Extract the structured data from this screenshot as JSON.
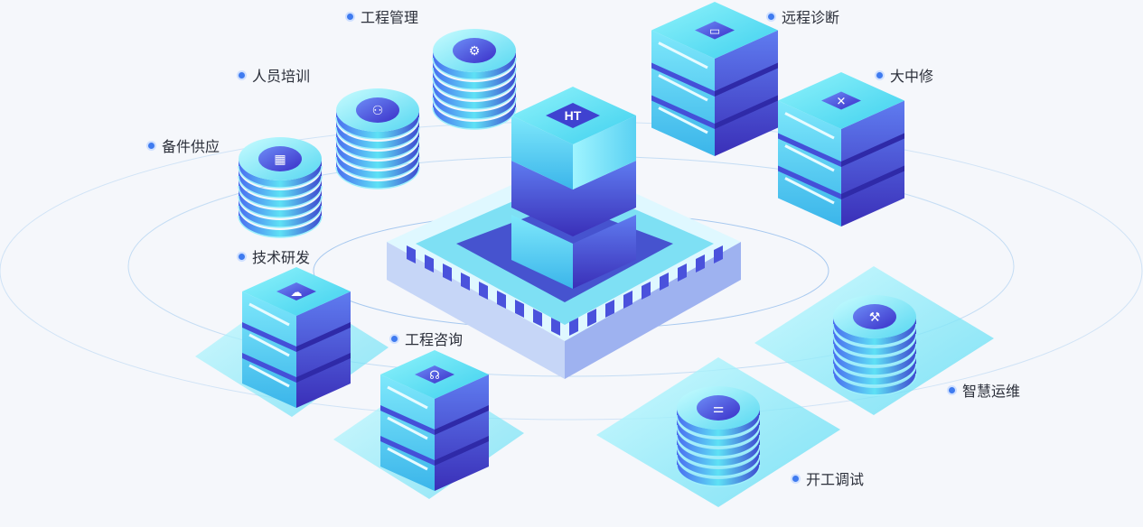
{
  "center_logo": "HT",
  "services": {
    "engineering_management": "工程管理",
    "personnel_training": "人员培训",
    "spare_parts_supply": "备件供应",
    "remote_diagnosis": "远程诊断",
    "overhaul": "大中修",
    "tech_rnd": "技术研发",
    "engineering_consulting": "工程咨询",
    "smart_om": "智慧运维",
    "commissioning": "开工调试"
  },
  "colors": {
    "background": "#f5f7fb",
    "accent": "#3f7bf0",
    "cyan": "#6fe8f7",
    "indigo": "#4a3fd8",
    "orbit": "#b8d6f3"
  },
  "icons": [
    "gear-hand-icon",
    "people-icon",
    "grid-icon",
    "monitor-icon",
    "tools-icon",
    "cloud-doc-icon",
    "headset-icon",
    "robot-arm-icon",
    "sliders-icon",
    "ht-logo"
  ]
}
